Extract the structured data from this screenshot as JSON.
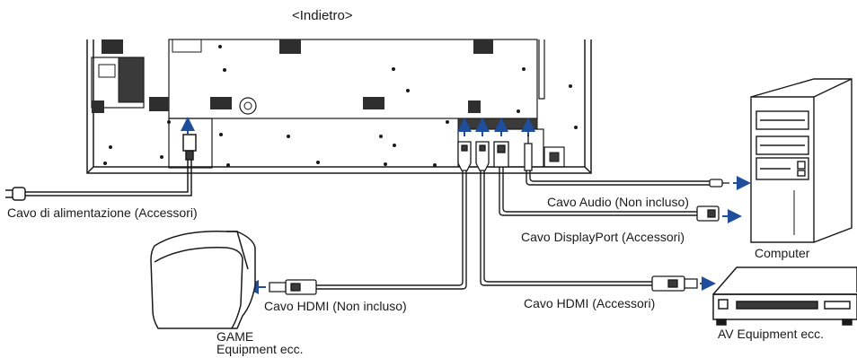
{
  "title": "<Indietro>",
  "labels": {
    "power_cable": "Cavo di alimentazione (Accessori)",
    "audio_cable": "Cavo Audio (Non incluso)",
    "displayport_cable": "Cavo DisplayPort (Accessori)",
    "computer": "Computer",
    "hdmi_cable_game": "Cavo HDMI (Non incluso)",
    "hdmi_cable_av": "Cavo HDMI (Accessori)",
    "game_line1": "GAME",
    "game_line2": "Equipment ecc.",
    "av_equipment": "AV Equipment ecc."
  },
  "colors": {
    "line": "#1a1a1a",
    "arrow": "#1f4e9c",
    "fill_dark": "#3a3a3a",
    "background": "#ffffff"
  }
}
